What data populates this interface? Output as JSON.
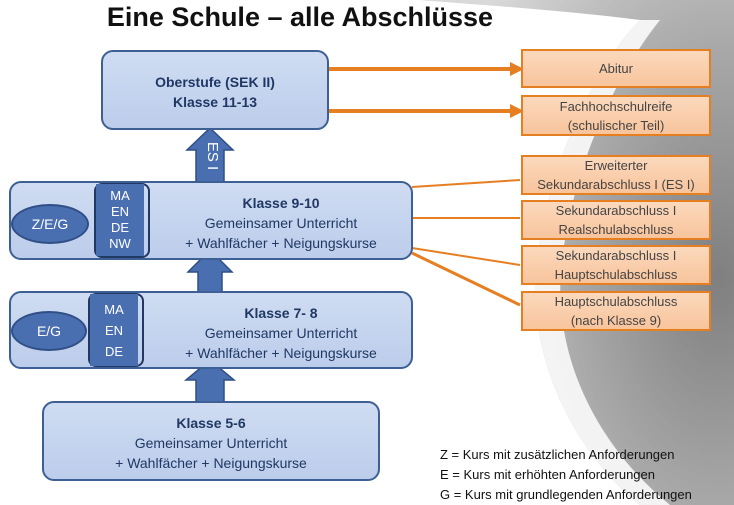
{
  "title": "Eine Schule – alle Abschlüsse",
  "levels": {
    "oberstufe": {
      "line1": "Oberstufe (SEK II)",
      "line2": "Klasse 11-13"
    },
    "k910": {
      "line1": "Klasse 9-10",
      "line2": "Gemeinsamer Unterricht",
      "line3": "+ Wahlfächer + Neigungskurse",
      "subjects": [
        "MA",
        "EN",
        "DE",
        "NW"
      ],
      "course_levels": "Z/E/G"
    },
    "k78": {
      "line1": "Klasse 7- 8",
      "line2": "Gemeinsamer Unterricht",
      "line3": "+ Wahlfächer + Neigungskurse",
      "subjects": [
        "MA",
        "EN",
        "DE"
      ],
      "course_levels": "E/G"
    },
    "k56": {
      "line1": "Klasse 5-6",
      "line2": "Gemeinsamer Unterricht",
      "line3": "+ Wahlfächer + Neigungskurse"
    }
  },
  "es_label": "ES I",
  "outcomes": [
    {
      "l1": "Abitur",
      "l2": ""
    },
    {
      "l1": "Fachhochschulreife",
      "l2": "(schulischer Teil)"
    },
    {
      "l1": "Erweiterter",
      "l2": "Sekundarabschluss I (ES I)"
    },
    {
      "l1": "Sekundarabschluss I",
      "l2": "Realschulabschluss"
    },
    {
      "l1": "Sekundarabschluss I",
      "l2": "Hauptschulabschluss"
    },
    {
      "l1": "Hauptschulabschluss",
      "l2": "(nach Klasse 9)"
    }
  ],
  "legend": [
    "Z = Kurs mit zusätzlichen  Anforderungen",
    "E = Kurs mit erhöhten Anforderungen",
    "G = Kurs mit grundlegenden Anforderungen"
  ],
  "colors": {
    "box_border": "#3d5f93",
    "box_fill": "#c5d5ef",
    "arrow": "#4a6fb0",
    "outcome_border": "#e67e22",
    "outcome_fill": "#f9cfae"
  }
}
